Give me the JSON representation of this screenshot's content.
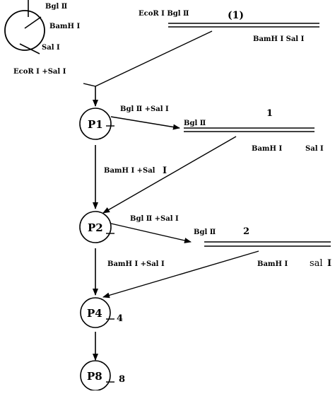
{
  "plasmid": {
    "site1": "Bgl Ⅱ",
    "site2": "BamH Ⅰ",
    "site3": "Sal Ⅰ",
    "digest": "EcoR Ⅰ +Sal Ⅰ"
  },
  "fragment1": {
    "left_sites": "EcoR Ⅰ  Bgl Ⅱ",
    "number": "(1)",
    "right_sites": "BamH Ⅰ  Sal Ⅰ"
  },
  "step1": {
    "node": "P1",
    "digest": "Bgl Ⅱ +Sal Ⅰ",
    "frag_left": "Bgl Ⅱ",
    "frag_number": "1",
    "frag_site_a": "BamH Ⅰ",
    "frag_site_b": "Sal Ⅰ"
  },
  "step2": {
    "digest_left": "BamH Ⅰ +Sal",
    "digest_right": "Ⅰ",
    "node": "P2",
    "digest": "Bgl Ⅱ +Sal Ⅰ",
    "frag_left": "Bgl Ⅱ",
    "frag_number": "2",
    "frag_site_a": "BamH Ⅰ",
    "frag_site_b_main": "sal",
    "frag_site_b_num": "Ⅰ"
  },
  "step3": {
    "digest": "BamH Ⅰ +Sal Ⅰ",
    "node": "P4",
    "suffix": "4"
  },
  "step4": {
    "node": "P8",
    "suffix": "8"
  }
}
